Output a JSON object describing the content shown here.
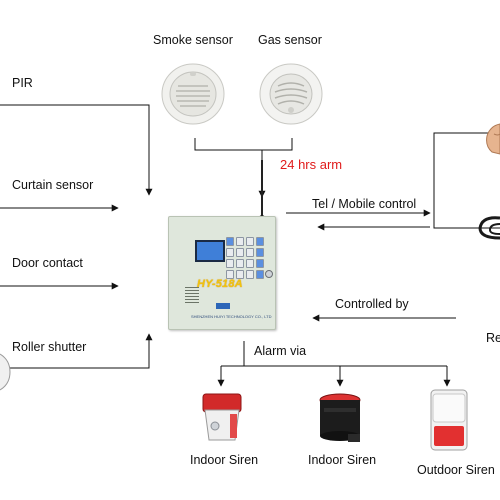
{
  "top_devices": {
    "smoke_sensor": "Smoke sensor",
    "gas_sensor": "Gas sensor"
  },
  "arm_label": "24 hrs arm",
  "inputs": [
    {
      "label": "PIR"
    },
    {
      "label": "Curtain sensor"
    },
    {
      "label": "Door contact"
    },
    {
      "label": "Roller shutter"
    }
  ],
  "right_side": {
    "tel_mobile": "Tel / Mobile control",
    "controlled_by": "Controlled by",
    "cut_label": "Re"
  },
  "panel": {
    "brand": "HY-518A",
    "maker": "SHENZHEN HUIYI TECHNOLOGY CO., LTD"
  },
  "alarm_via": "Alarm via",
  "outputs": [
    {
      "label": "Indoor Siren"
    },
    {
      "label": "Indoor Siren"
    },
    {
      "label": "Outdoor Siren"
    }
  ],
  "colors": {
    "accent_red": "#e01b1b",
    "line": "#111111"
  }
}
